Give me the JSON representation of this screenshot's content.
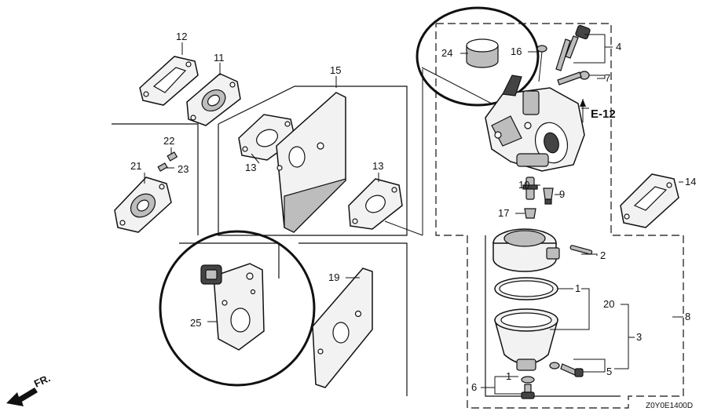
{
  "callouts": {
    "c1a": "1",
    "c1b": "1",
    "c2": "2",
    "c3": "3",
    "c4": "4",
    "c5": "5",
    "c6": "6",
    "c7": "7",
    "c8": "8",
    "c9": "9",
    "c10": "10",
    "c11": "11",
    "c12": "12",
    "c13a": "13",
    "c13b": "13",
    "c14": "14",
    "c15": "15",
    "c16": "16",
    "c17": "17",
    "c19": "19",
    "c20": "20",
    "c21": "21",
    "c22": "22",
    "c23": "23",
    "c24": "24",
    "c25": "25"
  },
  "reference_label": "E-12",
  "direction_label": "FR.",
  "diagram_code": "Z0Y0E1400D"
}
